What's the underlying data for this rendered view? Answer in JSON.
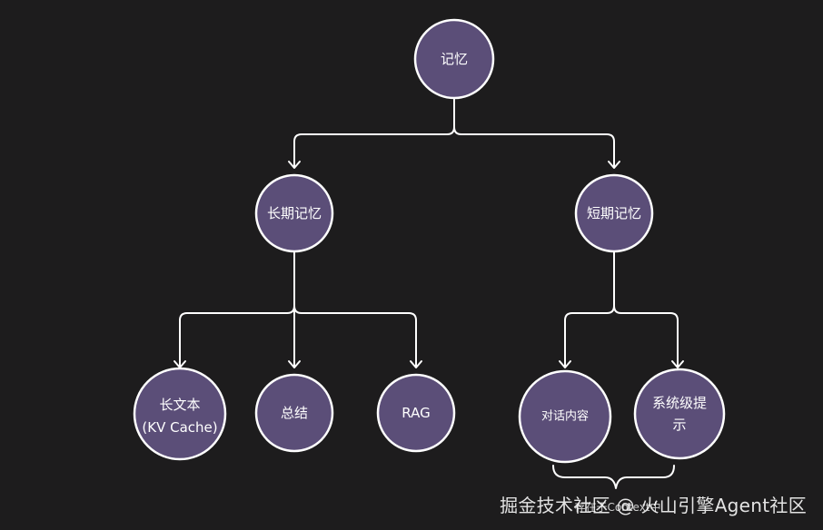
{
  "diagram": {
    "root": {
      "label": "记忆"
    },
    "long_term": {
      "label": "长期记忆",
      "children": [
        {
          "label_line1": "长文本",
          "label_line2": "(KV Cache)"
        },
        {
          "label": "总结"
        },
        {
          "label": "RAG"
        }
      ]
    },
    "short_term": {
      "label": "短期记忆",
      "children": [
        {
          "label": "对话内容"
        },
        {
          "label_line1": "系统级提",
          "label_line2": "示"
        }
      ]
    },
    "brace_note": "存在于Context中"
  },
  "watermark": "掘金技术社区 @ 火山引擎Agent社区",
  "colors": {
    "background": "#1d1c1d",
    "node_fill": "#5b4e78",
    "stroke": "#ffffff"
  }
}
